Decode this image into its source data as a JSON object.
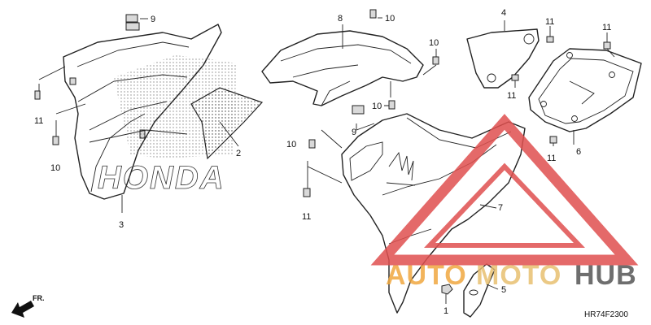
{
  "diagram": {
    "code": "HR74F2300",
    "front_marker": "FR.",
    "brand_decal": "HONDA",
    "callouts": {
      "c1": "1",
      "c2": "2",
      "c3": "3",
      "c4": "4",
      "c5": "5",
      "c6": "6",
      "c7": "7",
      "c8": "8",
      "c9a": "9",
      "c9b": "9",
      "c10a": "10",
      "c10b": "10",
      "c10c": "10",
      "c10d": "10",
      "c10e": "10",
      "c11a": "11",
      "c11b": "11",
      "c11c": "11",
      "c11d": "11",
      "c11e": "11",
      "c11f": "11"
    }
  },
  "watermark": {
    "part1": "AUTO",
    "part2": "MOTO",
    "part3": "HUB",
    "colors": {
      "triangle": "#e0504f",
      "auto": "#f0a840",
      "moto": "#e8c070",
      "hub": "#555555"
    }
  }
}
